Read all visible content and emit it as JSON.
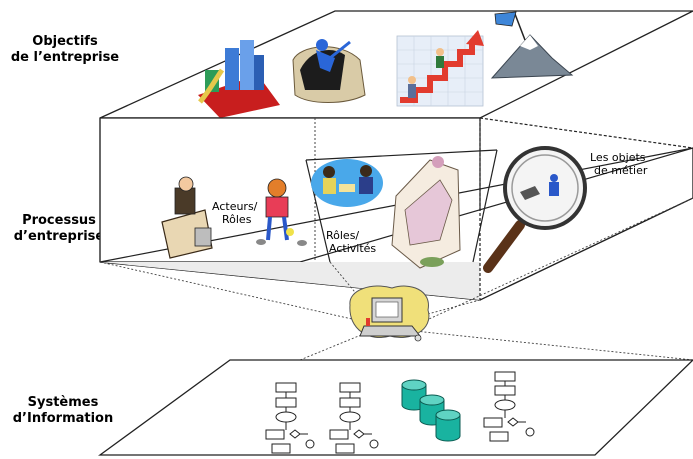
{
  "layers": [
    {
      "label": "Objectifs\nde l’entreprise"
    },
    {
      "label": "Processus\nd’entreprise"
    },
    {
      "label": "Systèmes\nd’Information"
    }
  ],
  "process_sections": {
    "actors_roles": "Acteurs/\nRôles",
    "roles_activities": "Rôles/\nActivités",
    "business_objects": "Les objets\nde métier"
  },
  "colors": {
    "plane_fill": "#ffffff",
    "plane_stroke": "#222222",
    "gray_floor": "#d9d9d9",
    "cylinder": "#19b3a0",
    "arrow_red": "#e23b2e"
  }
}
